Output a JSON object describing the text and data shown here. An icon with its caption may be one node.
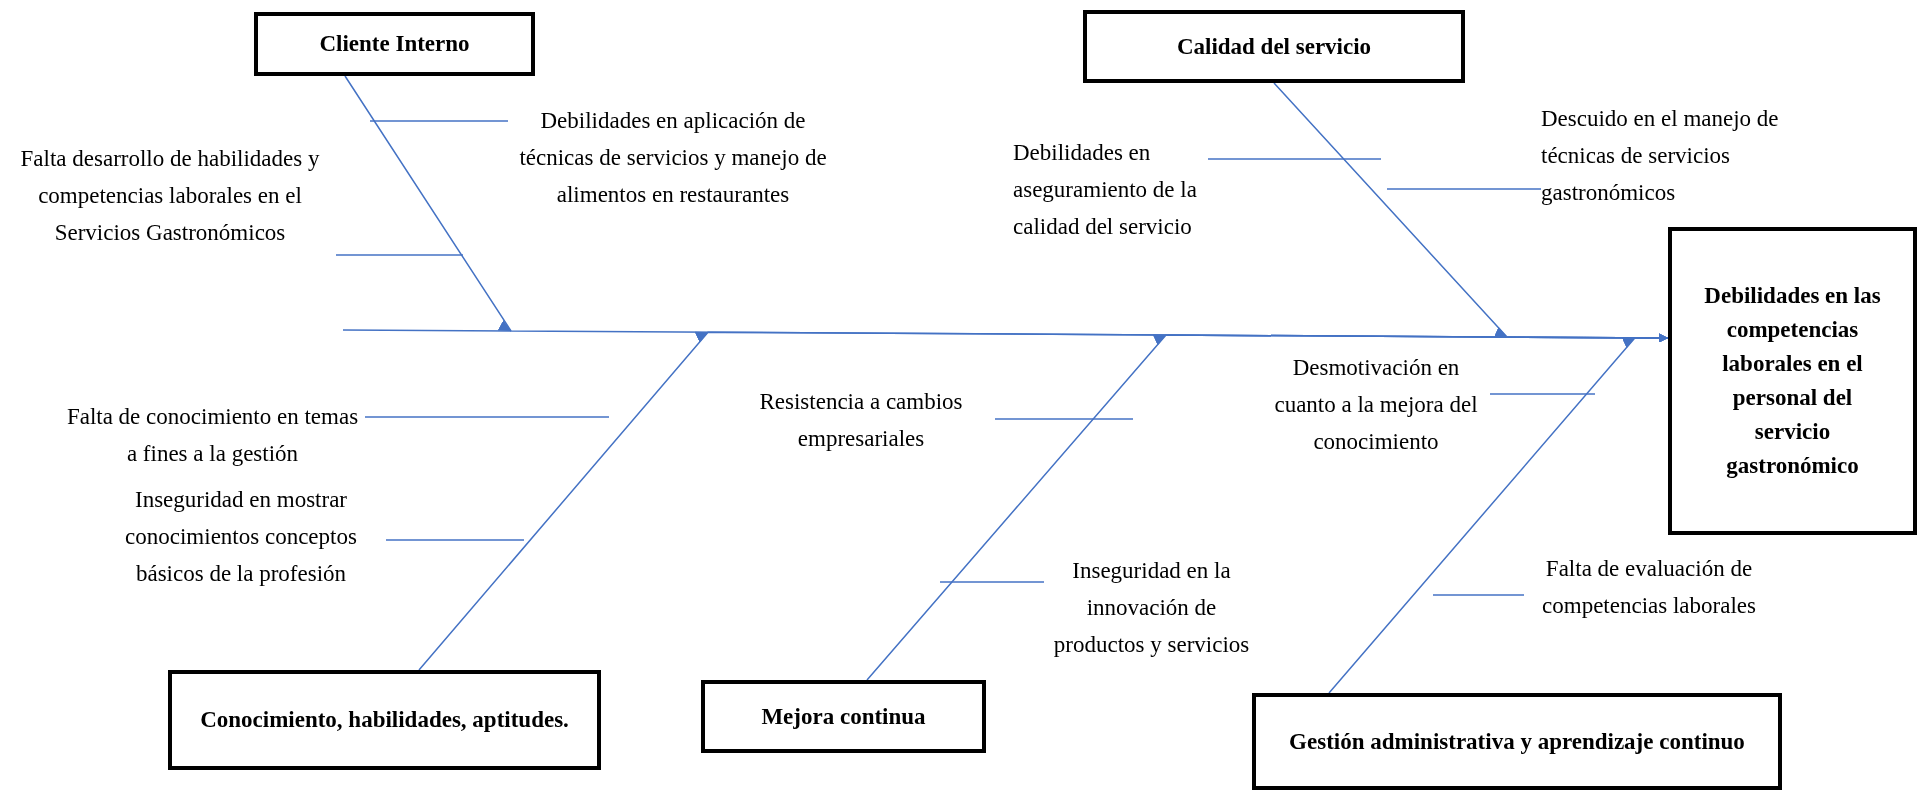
{
  "diagram": {
    "nodes": [
      {
        "text": [
          "Cliente Interno"
        ]
      },
      {
        "text": [
          "Calidad del servicio"
        ]
      },
      {
        "text": [
          "Debilidades en las competencias laborales en el personal del servicio gastronómico"
        ]
      },
      {
        "text": [
          "Conocimiento, habilidades, aptitudes."
        ]
      },
      {
        "text": [
          "Mejora continua"
        ]
      },
      {
        "text": [
          "Gestión administrativa y aprendizaje continuo"
        ]
      },
      {
        "text": [
          "Debilidades en aplicación de técnicas de servicios y manejo de alimentos en restaurantes"
        ]
      },
      {
        "text": [
          "Falta desarrollo de habilidades y competencias laborales en el Servicios Gastronómicos"
        ]
      },
      {
        "text": [
          "Debilidades en aseguramiento de la calidad del servicio"
        ]
      },
      {
        "text": [
          "Descuido en el manejo de técnicas de servicios gastronómicos"
        ]
      },
      {
        "text": [
          "Falta de conocimiento en temas a fines a la gestión"
        ]
      },
      {
        "text": [
          "Inseguridad en mostrar conocimientos conceptos básicos de la profesión"
        ]
      },
      {
        "text": [
          "Resistencia a cambios empresariales"
        ]
      },
      {
        "text": [
          "Inseguridad en la innovación de productos y servicios"
        ]
      },
      {
        "text": [
          "Desmotivación en cuanto a la mejora del conocimiento"
        ]
      },
      {
        "text": [
          "Falta de evaluación de competencias laborales"
        ]
      }
    ],
    "edges": [
      {
        "from": 0,
        "to": 2,
        "arrow": "to"
      },
      {
        "from": 1,
        "to": 2,
        "arrow": "to"
      },
      {
        "from": 3,
        "to": 2,
        "arrow": "to"
      },
      {
        "from": 4,
        "to": 2,
        "arrow": "to"
      },
      {
        "from": 5,
        "to": 2,
        "arrow": "to"
      },
      {
        "from": 6,
        "to": null,
        "arrow": "none"
      },
      {
        "from": 7,
        "to": null,
        "arrow": "none"
      },
      {
        "from": 8,
        "to": null,
        "arrow": "none"
      },
      {
        "from": 9,
        "to": null,
        "arrow": "none"
      },
      {
        "from": 10,
        "to": null,
        "arrow": "none"
      },
      {
        "from": 11,
        "to": null,
        "arrow": "none"
      },
      {
        "from": 12,
        "to": null,
        "arrow": "none"
      },
      {
        "from": 13,
        "to": null,
        "arrow": "none"
      },
      {
        "from": 14,
        "to": null,
        "arrow": "none"
      },
      {
        "from": 15,
        "to": null,
        "arrow": "none"
      }
    ]
  }
}
